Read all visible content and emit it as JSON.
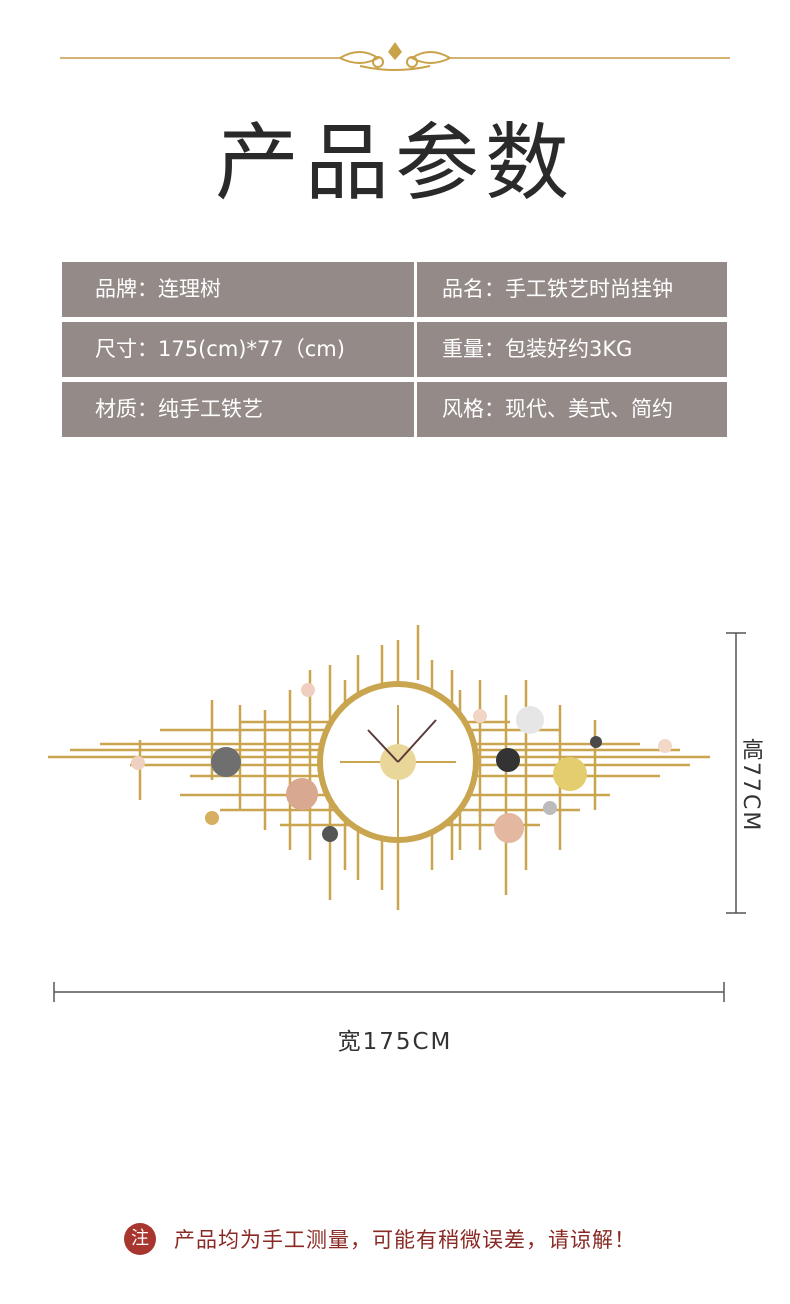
{
  "page": {
    "title": "产品参数"
  },
  "specs": [
    {
      "left": "品牌：连理树",
      "right": "品名：手工铁艺时尚挂钟"
    },
    {
      "left": "尺寸：175(cm)*77（cm)",
      "right": "重量：包装好约3KG"
    },
    {
      "left": "材质：纯手工铁艺",
      "right": "风格：现代、美式、简约"
    }
  ],
  "dimensions": {
    "height_label": "高77CM",
    "width_label": "宽175CM"
  },
  "note": {
    "badge": "注",
    "text": "产品均为手工测量，可能有稍微误差，请谅解！"
  },
  "colors": {
    "table_bg": "#948a88",
    "gold": "#c9a24a",
    "note_red": "#a8362f"
  },
  "icons": {
    "ornament": "gold-flourish-divider",
    "product": "wall-clock-gold-metal"
  }
}
